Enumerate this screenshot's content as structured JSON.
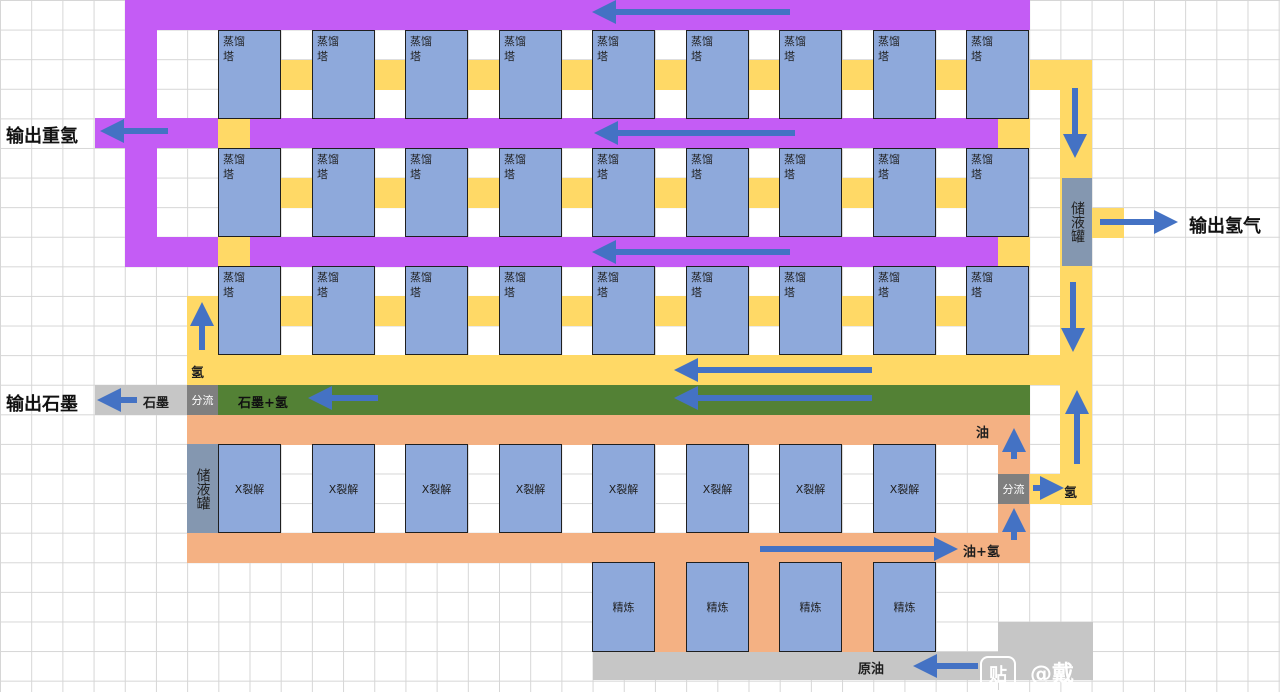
{
  "labels": {
    "tower": "蒸馏\n塔",
    "cracker": "X裂解",
    "refinery": "精炼",
    "storage": "储液罐",
    "splitter": "分流",
    "output_heavy_h": "输出重氢",
    "output_h": "输出氢气",
    "output_graphite": "输出石墨",
    "graphite": "石墨",
    "hydrogen": "氢",
    "graphite_h": "石墨+氢",
    "oil": "油",
    "oil_h": "油+氢",
    "crude": "原油",
    "watermark_icon": "贴",
    "watermark_text": "@戴"
  },
  "colors": {
    "heavy_hydrogen": "#c45cf5",
    "hydrogen": "#ffd966",
    "graphite_hydrogen": "#538135",
    "oil": "#f4b183",
    "crude_oil": "#c6c6c6",
    "machine": "#8ea9db",
    "storage": "#8497b0",
    "splitter": "#7f7f7f",
    "arrow": "#4472c4"
  }
}
